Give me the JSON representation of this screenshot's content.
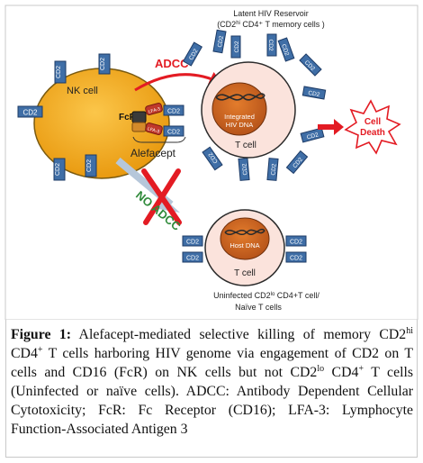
{
  "diagram": {
    "nk_cell_label": "NK cell",
    "fcr_label": "FcR",
    "cd2_label": "CD2",
    "lfa3_label": "LFA-3",
    "alefacept_label": "Alefacept",
    "adcc_label": "ADCC",
    "no_adcc_label": "NO ADCC",
    "cell_death_line1": "Cell",
    "cell_death_line2": "Death",
    "latent_title_line1": "Latent HIV Reservoir",
    "latent_title_line2_pre": "(CD2",
    "latent_title_sup": "hi",
    "latent_title_line2_post": " CD4⁺ T memory cells )",
    "integrated_dna_line1": "Integrated",
    "integrated_dna_line2": "HIV DNA",
    "top_tcell_label": "T cell",
    "host_dna_label": "Host DNA",
    "bottom_tcell_label": "T cell",
    "uninfected_line1_pre": "Uninfected CD2",
    "uninfected_sup": "lo",
    "uninfected_line1_post": " CD4+T cell/",
    "uninfected_line2": "Naïve T cells",
    "colors": {
      "nk_fill": "#f4a81c",
      "receptor_fill": "#3f6ea6",
      "adcc_red": "#e31b23",
      "no_adcc_green": "#2f8a3a",
      "tcell_fill": "#fbe3dc",
      "nucleus_fill": "#d2691e"
    }
  },
  "caption": {
    "figure_label": "Figure 1:",
    "p1": " Alefacept-mediated selective killing of memory CD2",
    "sup_hi": "hi",
    "p2": " CD4",
    "sup_plus1": "+",
    "p3": " T cells harboring HIV genome via engagement of CD2 on T cells and CD16 (FcR) on NK cells but not CD2",
    "sup_lo": "lo",
    "p4": " CD4",
    "sup_plus2": "+",
    "p5": " T cells (Uninfected or naïve cells). ADCC: Antibody Dependent Cellular Cytotoxicity; FcR: Fc Receptor (CD16); LFA-3: Lymphocyte Function-Associated Antigen 3"
  }
}
